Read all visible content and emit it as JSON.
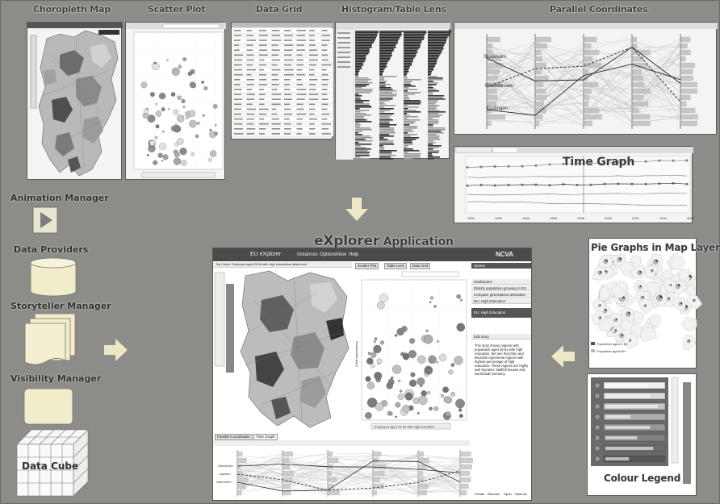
{
  "titles": {
    "choropleth": "Choropleth Map",
    "scatter": "Scatter Plot",
    "datagrid": "Data Grid",
    "histogram": "Histogram/Table Lens",
    "parallel": "Parallel Coordinates",
    "timegraph": "Time Graph",
    "app_prefix": "eXplorer",
    "app_suffix": " Application",
    "piegraphs": "Pie Graphs in Map Layer",
    "legend": "Colour Legend"
  },
  "managers": [
    {
      "id": "animation",
      "label": "Animation Manager"
    },
    {
      "id": "providers",
      "label": "Data Providers"
    },
    {
      "id": "storyteller",
      "label": "Storyteller Manager"
    },
    {
      "id": "visibility",
      "label": "Visibility Manager"
    },
    {
      "id": "cube",
      "label": "Data Cube"
    }
  ],
  "app": {
    "window_title": "EU eXplorer",
    "menu": [
      "Instances",
      "Options",
      "View",
      "Help"
    ],
    "logo": "NCVA",
    "tabs": [
      "Scatter Plot",
      "Table Lens",
      "Data Grid"
    ],
    "map_caption": "Top Colour: Employed aged 25-64 with high educational attainment",
    "story_header": "Stories",
    "story_items": [
      "Dashboard",
      "Elderly population growing in EU",
      "Compare generations animation",
      "EU: High Education"
    ],
    "story_active": "EU: High Education",
    "edit_label": "Edit story",
    "story_text": "This story shows regions with population aged 25-64 with high education. We see that Oslo and Brussels represents regions with highest percentage of high education. These regions are highly well-founded. Stellfull houses and Darmstadt Germany.",
    "axis_x": "Employed aged 25-64 with high education",
    "axis_y": "Child dependency",
    "buttons": [
      "Create",
      "Remove",
      "Open",
      "Save As"
    ],
    "pc_tabs": [
      "Parallel Coordinates",
      "Time Graph"
    ],
    "pc_labels": [
      "Stockholm",
      "Aachen",
      "Osterreich"
    ]
  },
  "pc_small_labels": [
    "Stockholm",
    "Rheinhessen",
    "Esslingen"
  ],
  "timeline_years": [
    "1990",
    "1992",
    "1994",
    "1996",
    "1998",
    "2000",
    "2002",
    "2004",
    "2006"
  ],
  "pie_legend": [
    "Population aged 0-14",
    "Population aged 65+"
  ]
}
